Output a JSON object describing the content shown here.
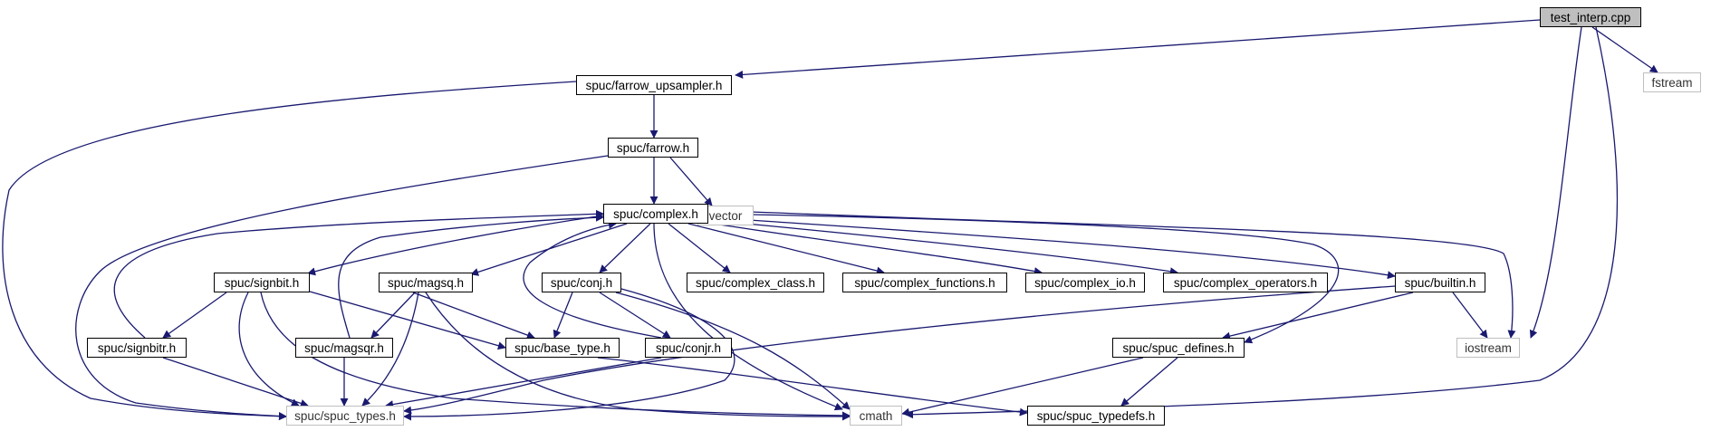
{
  "colors": {
    "edge": "#191970",
    "node_border": "#000000",
    "ext_border": "#bfbfbf",
    "root_fill": "#bfbfbf"
  },
  "nodes": {
    "test_interp": "test_interp.cpp",
    "farrow_upsampler": "spuc/farrow_upsampler.h",
    "fstream": "fstream",
    "farrow": "spuc/farrow.h",
    "vector": "vector",
    "complex": "spuc/complex.h",
    "signbit": "spuc/signbit.h",
    "magsq": "spuc/magsq.h",
    "conj": "spuc/conj.h",
    "complex_class": "spuc/complex_class.h",
    "complex_functions": "spuc/complex_functions.h",
    "complex_io": "spuc/complex_io.h",
    "complex_operators": "spuc/complex_operators.h",
    "builtin": "spuc/builtin.h",
    "signbitr": "spuc/signbitr.h",
    "magsqr": "spuc/magsqr.h",
    "base_type": "spuc/base_type.h",
    "conjr": "spuc/conjr.h",
    "spuc_defines": "spuc/spuc_defines.h",
    "iostream": "iostream",
    "spuc_types": "spuc/spuc_types.h",
    "cmath": "cmath",
    "spuc_typedefs": "spuc/spuc_typedefs.h"
  }
}
